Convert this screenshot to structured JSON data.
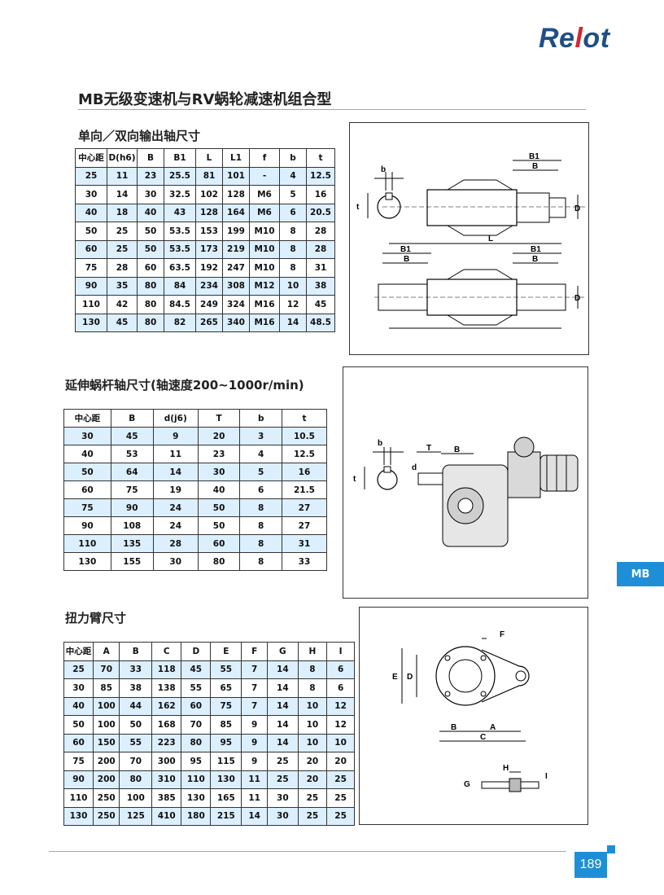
{
  "brand": {
    "logo_text_1": "Re",
    "logo_text_2": "l",
    "logo_text_3": "ot"
  },
  "page_title": "MB无级变速机与RV蜗轮减速机组合型",
  "section1": {
    "title": "单向／双向输出轴尺寸",
    "headers": [
      "中心距",
      "D(h6)",
      "B",
      "B1",
      "L",
      "L1",
      "f",
      "b",
      "t"
    ],
    "rows": [
      [
        "25",
        "11",
        "23",
        "25.5",
        "81",
        "101",
        "-",
        "4",
        "12.5"
      ],
      [
        "30",
        "14",
        "30",
        "32.5",
        "102",
        "128",
        "M6",
        "5",
        "16"
      ],
      [
        "40",
        "18",
        "40",
        "43",
        "128",
        "164",
        "M6",
        "6",
        "20.5"
      ],
      [
        "50",
        "25",
        "50",
        "53.5",
        "153",
        "199",
        "M10",
        "8",
        "28"
      ],
      [
        "60",
        "25",
        "50",
        "53.5",
        "173",
        "219",
        "M10",
        "8",
        "28"
      ],
      [
        "75",
        "28",
        "60",
        "63.5",
        "192",
        "247",
        "M10",
        "8",
        "31"
      ],
      [
        "90",
        "35",
        "80",
        "84",
        "234",
        "308",
        "M12",
        "10",
        "38"
      ],
      [
        "110",
        "42",
        "80",
        "84.5",
        "249",
        "324",
        "M16",
        "12",
        "45"
      ],
      [
        "130",
        "45",
        "80",
        "82",
        "265",
        "340",
        "M16",
        "14",
        "48.5"
      ]
    ]
  },
  "section2": {
    "title": "延伸蜗杆轴尺寸(轴速度200~1000r/min)",
    "headers": [
      "中心距",
      "B",
      "d(j6)",
      "T",
      "b",
      "t"
    ],
    "rows": [
      [
        "30",
        "45",
        "9",
        "20",
        "3",
        "10.5"
      ],
      [
        "40",
        "53",
        "11",
        "23",
        "4",
        "12.5"
      ],
      [
        "50",
        "64",
        "14",
        "30",
        "5",
        "16"
      ],
      [
        "60",
        "75",
        "19",
        "40",
        "6",
        "21.5"
      ],
      [
        "75",
        "90",
        "24",
        "50",
        "8",
        "27"
      ],
      [
        "90",
        "108",
        "24",
        "50",
        "8",
        "27"
      ],
      [
        "110",
        "135",
        "28",
        "60",
        "8",
        "31"
      ],
      [
        "130",
        "155",
        "30",
        "80",
        "8",
        "33"
      ]
    ]
  },
  "section3": {
    "title": "扭力臂尺寸",
    "headers": [
      "中心距",
      "A",
      "B",
      "C",
      "D",
      "E",
      "F",
      "G",
      "H",
      "I"
    ],
    "rows": [
      [
        "25",
        "70",
        "33",
        "118",
        "45",
        "55",
        "7",
        "14",
        "8",
        "6"
      ],
      [
        "30",
        "85",
        "38",
        "138",
        "55",
        "65",
        "7",
        "14",
        "8",
        "6"
      ],
      [
        "40",
        "100",
        "44",
        "162",
        "60",
        "75",
        "7",
        "14",
        "10",
        "12"
      ],
      [
        "50",
        "100",
        "50",
        "168",
        "70",
        "85",
        "9",
        "14",
        "10",
        "12"
      ],
      [
        "60",
        "150",
        "55",
        "223",
        "80",
        "95",
        "9",
        "14",
        "10",
        "10"
      ],
      [
        "75",
        "200",
        "70",
        "300",
        "95",
        "115",
        "9",
        "25",
        "20",
        "20"
      ],
      [
        "90",
        "200",
        "80",
        "310",
        "110",
        "130",
        "11",
        "25",
        "20",
        "25"
      ],
      [
        "110",
        "250",
        "100",
        "385",
        "130",
        "165",
        "11",
        "30",
        "25",
        "25"
      ],
      [
        "130",
        "250",
        "125",
        "410",
        "180",
        "215",
        "14",
        "30",
        "25",
        "25"
      ]
    ]
  },
  "figure_labels": {
    "fig1": {
      "b": "b",
      "t": "t",
      "B1_top": "B1",
      "B_top": "B",
      "D1": "D",
      "L": "L",
      "B1_left": "B1",
      "B_left": "B",
      "B1_right": "B1",
      "B_right": "B",
      "D2": "D"
    },
    "fig2": {
      "b": "b",
      "t": "t",
      "T": "T",
      "B": "B",
      "d": "d"
    },
    "fig3": {
      "F": "F",
      "E": "E",
      "D": "D",
      "B": "B",
      "A": "A",
      "C": "C",
      "G": "G",
      "H": "H",
      "I": "I"
    }
  },
  "side_tab": "MB",
  "page_number": "189",
  "colors": {
    "accent": "#1e8fd6",
    "rule": "#5bc1e5",
    "row_shade": "#dcefff",
    "logo_blue": "#1f4f86",
    "logo_red": "#d8262c"
  }
}
